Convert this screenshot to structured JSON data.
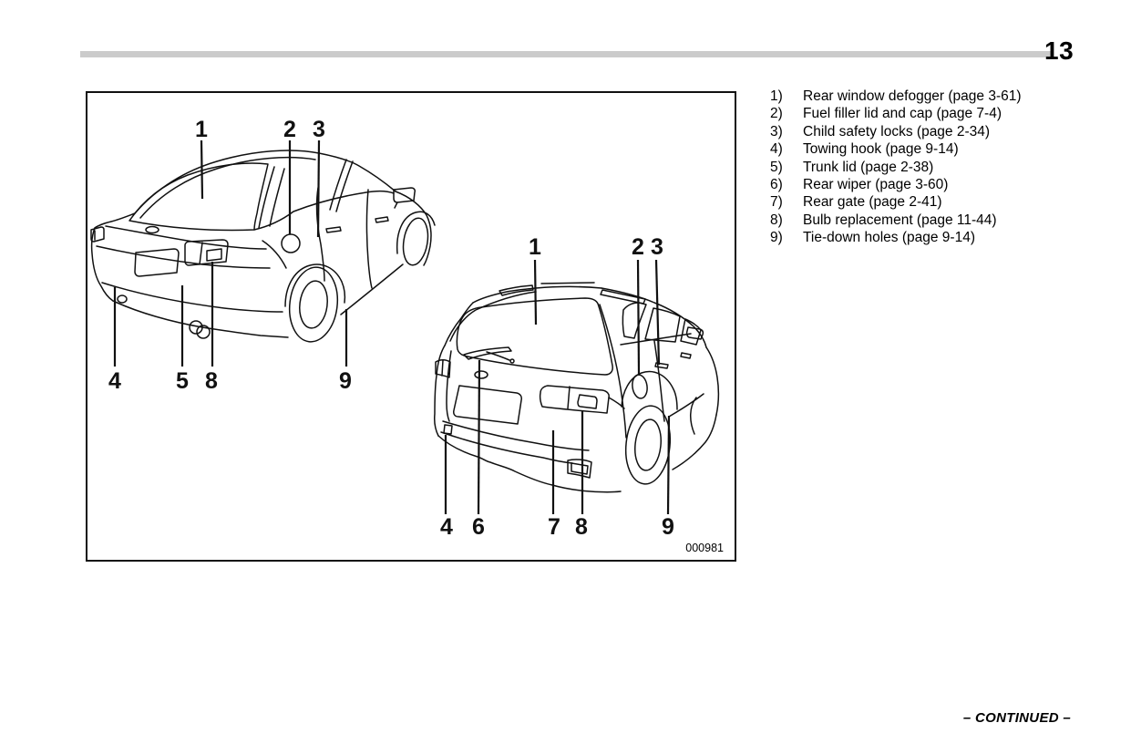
{
  "page": {
    "number": "13",
    "footer": "– CONTINUED –"
  },
  "figure": {
    "code": "000981",
    "sedan": {
      "callouts_top": [
        "1",
        "2",
        "3"
      ],
      "callouts_bottom": [
        "4",
        "5",
        "8",
        "9"
      ]
    },
    "wagon": {
      "callouts_top": [
        "1",
        "2",
        "3"
      ],
      "callouts_bottom": [
        "4",
        "6",
        "7",
        "8",
        "9"
      ]
    }
  },
  "legend": {
    "items": [
      {
        "num": "1)",
        "label": "Rear window defogger (page 3-61)"
      },
      {
        "num": "2)",
        "label": "Fuel filler lid and cap (page 7-4)"
      },
      {
        "num": "3)",
        "label": "Child safety locks (page 2-34)"
      },
      {
        "num": "4)",
        "label": "Towing hook (page 9-14)"
      },
      {
        "num": "5)",
        "label": "Trunk lid (page 2-38)"
      },
      {
        "num": "6)",
        "label": "Rear wiper (page 3-60)"
      },
      {
        "num": "7)",
        "label": "Rear gate (page 2-41)"
      },
      {
        "num": "8)",
        "label": "Bulb replacement (page 11-44)"
      },
      {
        "num": "9)",
        "label": "Tie-down holes (page 9-14)"
      }
    ]
  },
  "colors": {
    "header_bar": "#cbcbcb",
    "line_art": "#111111",
    "background": "#ffffff"
  }
}
